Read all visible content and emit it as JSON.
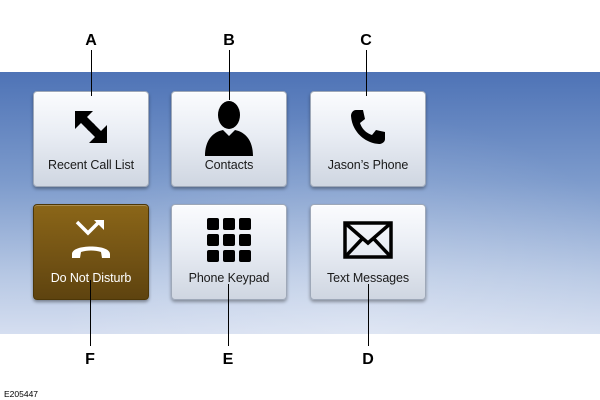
{
  "tiles": {
    "recent_call_list": {
      "label": "Recent Call List",
      "icon": "recent-calls-arrows-icon"
    },
    "contacts": {
      "label": "Contacts",
      "icon": "person-silhouette-icon"
    },
    "jasons_phone": {
      "label": "Jason’s Phone",
      "icon": "phone-handset-icon"
    },
    "do_not_disturb": {
      "label": "Do Not Disturb",
      "icon": "hangup-arrow-icon",
      "state": "active"
    },
    "phone_keypad": {
      "label": "Phone Keypad",
      "icon": "keypad-grid-icon"
    },
    "text_messages": {
      "label": "Text Messages",
      "icon": "envelope-icon"
    }
  },
  "callouts": {
    "a": "A",
    "b": "B",
    "c": "C",
    "d": "D",
    "e": "E",
    "f": "F"
  },
  "figure_id": "E205447",
  "colors": {
    "panel_top": "#4e73b6",
    "panel_bottom": "#d5def0",
    "active_tile": "#735314",
    "tile_face": "#e9edf4"
  }
}
